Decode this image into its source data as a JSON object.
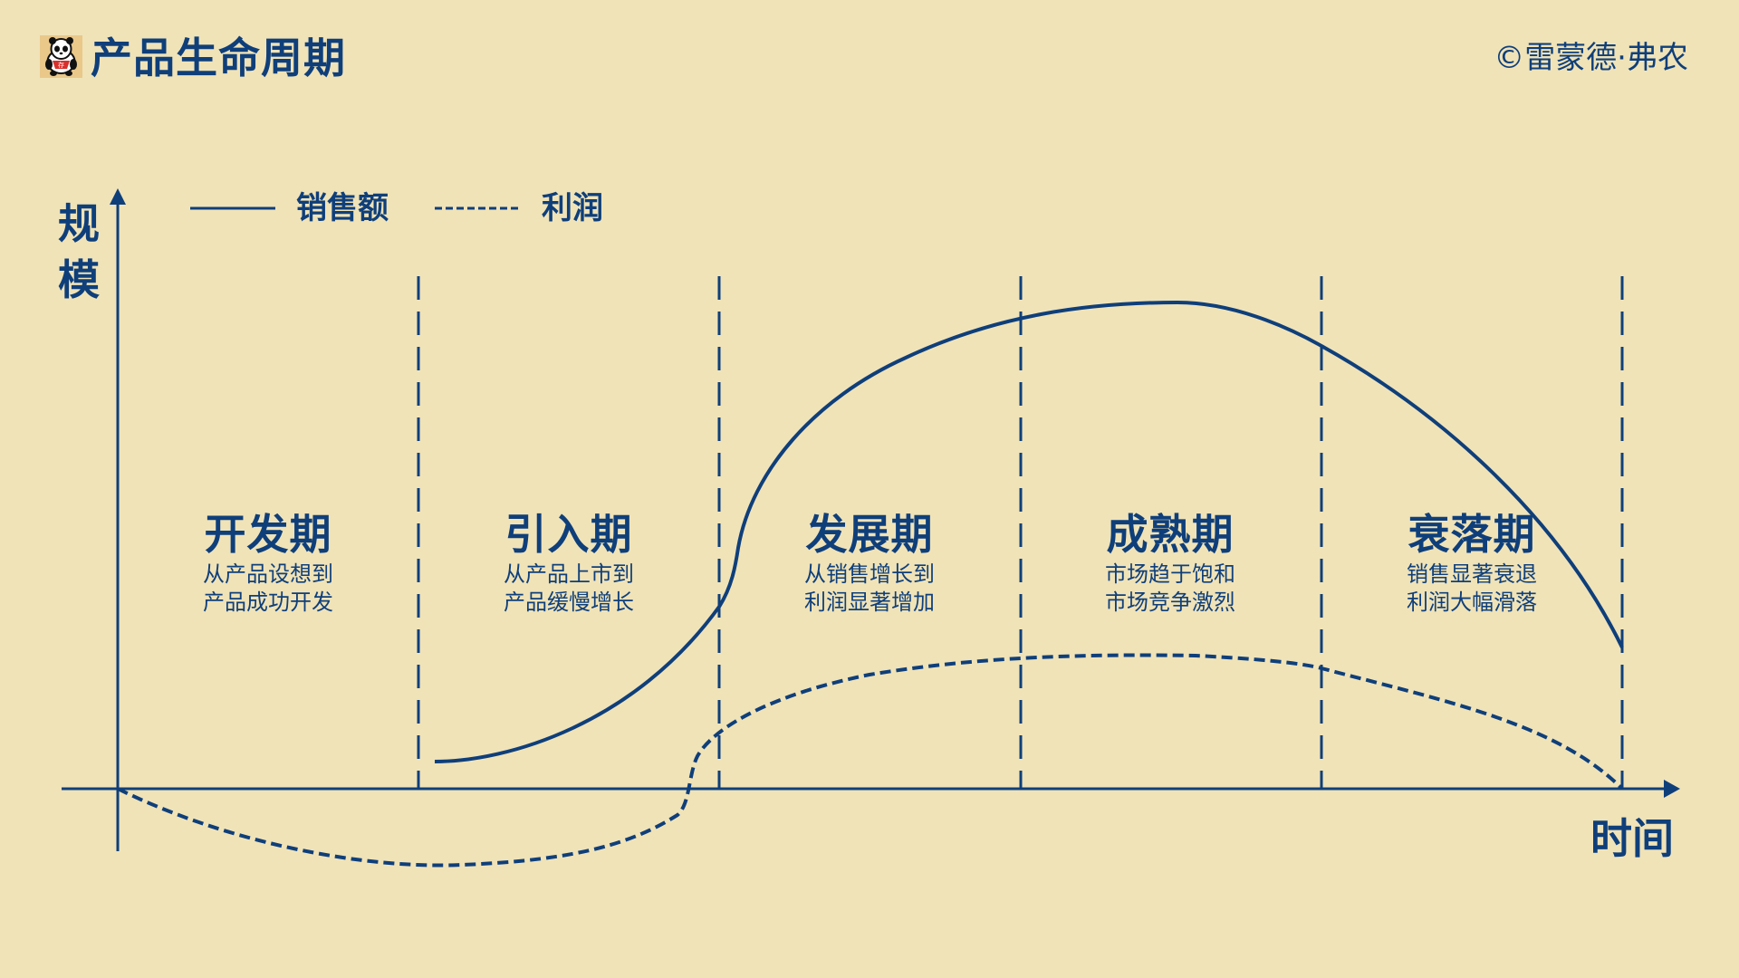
{
  "header": {
    "logo_icon": "panda-mascot-icon",
    "title": "产品生命周期",
    "copyright": "©雷蒙德·弗农"
  },
  "colors": {
    "background": "#F0E3B8",
    "primary": "#0F3F7A",
    "logo_bg": "#E9C88A"
  },
  "axes": {
    "y_label": "规模",
    "x_label": "时间"
  },
  "legend": {
    "sales": "销售额",
    "profit": "利润"
  },
  "stages": [
    {
      "name": "开发期",
      "desc1": "从产品设想到",
      "desc2": "产品成功开发"
    },
    {
      "name": "引入期",
      "desc1": "从产品上市到",
      "desc2": "产品缓慢增长"
    },
    {
      "name": "发展期",
      "desc1": "从销售增长到",
      "desc2": "利润显著增加"
    },
    {
      "name": "成熟期",
      "desc1": "市场趋于饱和",
      "desc2": "市场竞争激烈"
    },
    {
      "name": "衰落期",
      "desc1": "销售显著衰退",
      "desc2": "利润大幅滑落"
    }
  ],
  "chart_data": {
    "type": "line",
    "title": "产品生命周期",
    "xlabel": "时间",
    "ylabel": "规模",
    "categories": [
      "开发期",
      "引入期",
      "发展期",
      "成熟期",
      "衰落期"
    ],
    "legend_position": "top-left",
    "grid": false,
    "series": [
      {
        "name": "销售额",
        "style": "solid",
        "description": "starts at end of 开发期 near zero, slow growth in 引入期, sharp rise then plateau in 发展期, peaks in 成熟期, declines steeply in 衰落期",
        "points_normalized": [
          [
            1.0,
            0.05
          ],
          [
            1.5,
            0.2
          ],
          [
            1.95,
            0.48
          ],
          [
            2.1,
            0.68
          ],
          [
            2.5,
            0.84
          ],
          [
            3.0,
            0.93
          ],
          [
            3.5,
            0.96
          ],
          [
            4.0,
            0.88
          ],
          [
            4.5,
            0.68
          ],
          [
            5.0,
            0.23
          ]
        ]
      },
      {
        "name": "利润",
        "style": "dashed",
        "description": "negative through 开发期 and 引入期 (losses), crosses zero near end of 引入期, peaks in 成熟期, falls to zero at end of 衰落期",
        "points_normalized": [
          [
            0.0,
            0.0
          ],
          [
            0.6,
            -0.11
          ],
          [
            1.15,
            -0.14
          ],
          [
            1.7,
            -0.1
          ],
          [
            1.9,
            0.0
          ],
          [
            2.0,
            0.1
          ],
          [
            2.5,
            0.19
          ],
          [
            3.0,
            0.22
          ],
          [
            3.5,
            0.22
          ],
          [
            4.0,
            0.18
          ],
          [
            4.5,
            0.1
          ],
          [
            5.0,
            0.0
          ]
        ]
      }
    ],
    "ylim": [
      -0.2,
      1.0
    ],
    "xlim": [
      0,
      5
    ]
  }
}
